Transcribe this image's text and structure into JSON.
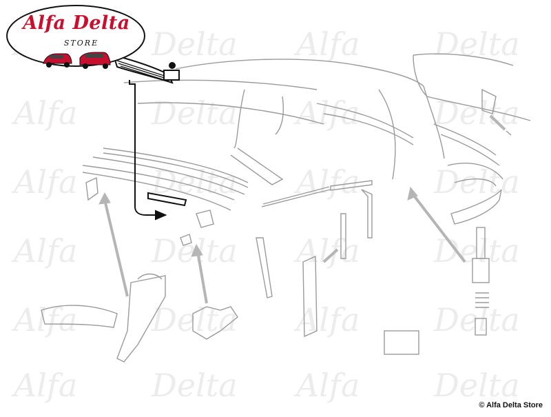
{
  "logo": {
    "brand": "Alfa Delta",
    "sub": "STORE"
  },
  "watermark": {
    "text": "Alfa Delta"
  },
  "footer": {
    "copyright": "© Alfa Delta Store"
  },
  "colors": {
    "line": "#9a9a9a",
    "highlight": "#111111",
    "arrow": "#b5b5b5",
    "brand_red": "#c8102e"
  }
}
